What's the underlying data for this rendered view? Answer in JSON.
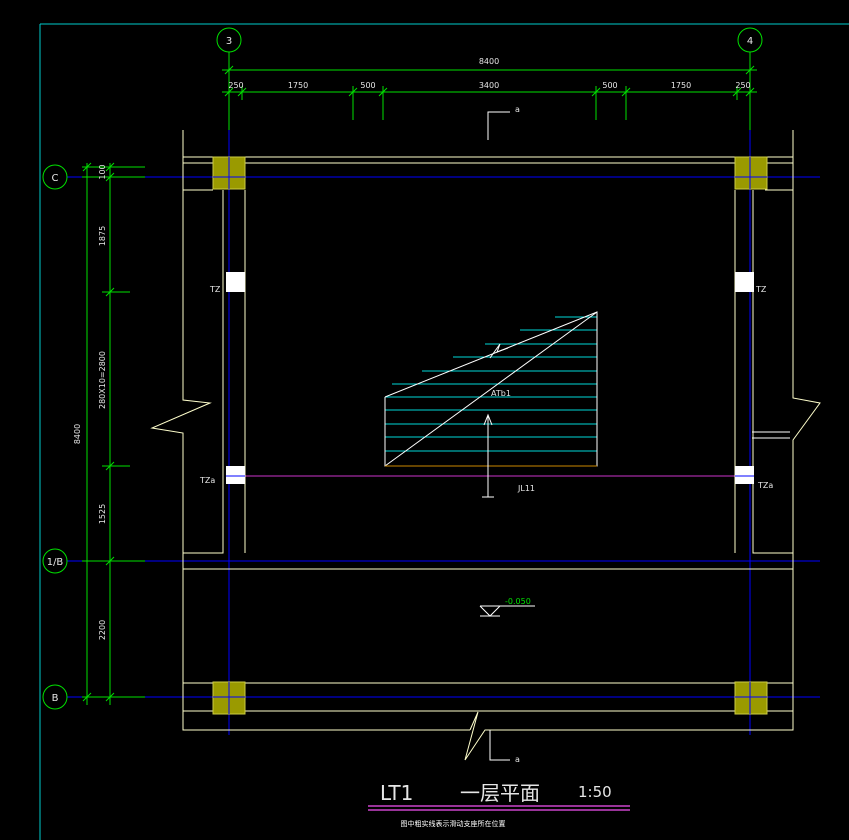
{
  "drawing": {
    "axes": {
      "top": [
        "3",
        "4"
      ],
      "left": [
        "C",
        "1/B",
        "B"
      ]
    },
    "dims_top": {
      "overall": "8400",
      "segments": [
        "250",
        "1750",
        "500",
        "3400",
        "500",
        "1750",
        "250"
      ]
    },
    "dims_left": {
      "overall": "8400",
      "segments": [
        "100",
        "1875",
        "280X10=2800",
        "1525",
        "2200"
      ]
    },
    "labels": {
      "column_tz": "TZ",
      "column_tza": "TZa",
      "stair_code": "ATb1",
      "beam": "JL11",
      "elevation": "-0.050",
      "section_mark": "a"
    },
    "title": {
      "code": "LT1",
      "name": "一层平面",
      "scale": "1:50",
      "note": "图中粗实线表示滑动支座所在位置"
    },
    "colors": {
      "background": "#000000",
      "dimension": "#00e000",
      "grid": "#0000ff",
      "wall": "#ffffcc",
      "column": "#9a9a00",
      "stair": "#00d8d8",
      "frame": "#00cccc",
      "underline": "#cc44cc"
    }
  }
}
